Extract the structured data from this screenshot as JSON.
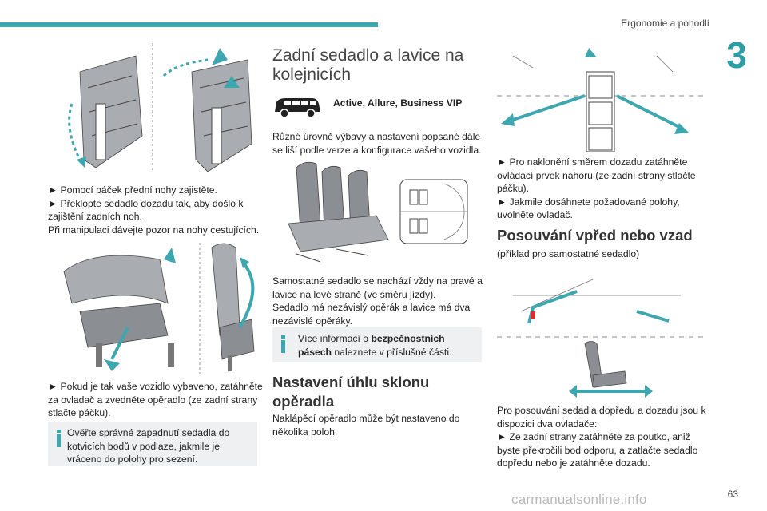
{
  "header": {
    "section_title": "Ergonomie a pohodlí",
    "chapter_number": "3"
  },
  "left_column": {
    "para1": "► Pomocí páček přední nohy zajistěte.\n► Překlopte sedadlo dozadu tak, aby došlo k zajištění zadních noh.\nPři manipulaci dávejte pozor na nohy cestujících.",
    "para2": "► Pokud je tak vaše vozidlo vybaveno, zatáhněte za ovladač a zvedněte opěradlo (ze zadní strany stlačte páčku).",
    "note": "Ověřte správné zapadnutí sedadla do kotvicích bodů v podlaze, jakmile je vráceno do polohy pro sezení."
  },
  "middle_column": {
    "heading": "Zadní sedadlo a lavice na kolejnicích",
    "versions": "Active, Allure, Business VIP",
    "para1": "Různé úrovně výbavy a nastavení popsané dále se liší podle verze a konfigurace vašeho vozidla.",
    "para2": "Samostatné sedadlo se nachází vždy na pravé a lavice na levé straně (ve směru jízdy).\nSedadlo má nezávislý opěrák a lavice má dva nezávislé opěráky.",
    "note_pre": "Více informací o ",
    "note_bold": "bezpečnostních pásech",
    "note_post": " naleznete v příslušné části.",
    "heading2": "Nastavení úhlu sklonu opěradla",
    "para3": "Naklápěcí opěradlo může být nastaveno do několika poloh."
  },
  "right_column": {
    "para1": "► Pro naklonění směrem dozadu zatáhněte ovládací prvek nahoru (ze zadní strany stlačte páčku).\n► Jakmile dosáhnete požadované polohy, uvolněte ovladač.",
    "heading": "Posouvání vpřed nebo vzad",
    "subheading": "(příklad pro samostatné sedadlo)",
    "para2": "Pro posouvání sedadla dopředu a dozadu jsou k dispozici dva ovladače:\n► Ze zadní strany zatáhněte za poutko, aniž byste překročili bod odporu, a zatlačte sedadlo dopředu nebo je zatáhněte dozadu."
  },
  "footer": {
    "page_number": "63",
    "watermark": "carmanualsonline.info"
  },
  "colors": {
    "accent": "#3ea6ae",
    "note_bg": "#eef0f2"
  }
}
